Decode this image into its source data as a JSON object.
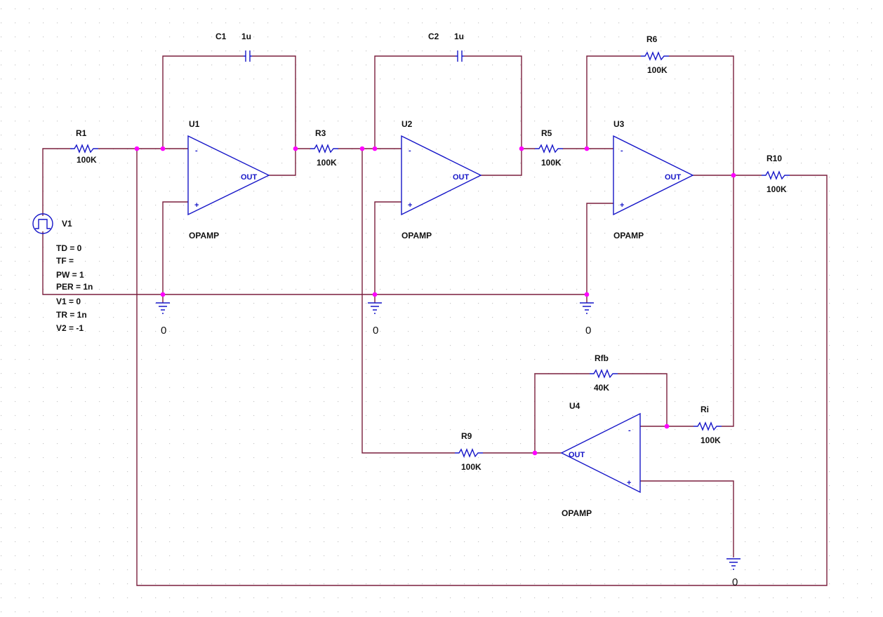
{
  "components": {
    "R1": {
      "name": "R1",
      "value": "100K"
    },
    "R3": {
      "name": "R3",
      "value": "100K"
    },
    "R5": {
      "name": "R5",
      "value": "100K"
    },
    "R6": {
      "name": "R6",
      "value": "100K"
    },
    "R9": {
      "name": "R9",
      "value": "100K"
    },
    "R10": {
      "name": "R10",
      "value": "100K"
    },
    "Rfb": {
      "name": "Rfb",
      "value": "40K"
    },
    "Ri": {
      "name": "Ri",
      "value": "100K"
    },
    "C1": {
      "name": "C1",
      "value": "1u"
    },
    "C2": {
      "name": "C2",
      "value": "1u"
    },
    "U1": {
      "name": "U1",
      "model": "OPAMP"
    },
    "U2": {
      "name": "U2",
      "model": "OPAMP"
    },
    "U3": {
      "name": "U3",
      "model": "OPAMP"
    },
    "U4": {
      "name": "U4",
      "model": "OPAMP"
    },
    "V1": {
      "name": "V1",
      "params": [
        "TD = 0",
        "TF =",
        "PW = 1",
        "PER = 1n",
        "V1 = 0",
        "TR = 1n",
        "V2 = -1"
      ]
    }
  },
  "pins": {
    "minus": "-",
    "plus": "+",
    "out": "OUT"
  },
  "ground_label": "0",
  "colors": {
    "wire": "#7a1f3d",
    "device": "#1616c8",
    "junction": "#ff00ff",
    "grid": "#c8c8c8"
  }
}
